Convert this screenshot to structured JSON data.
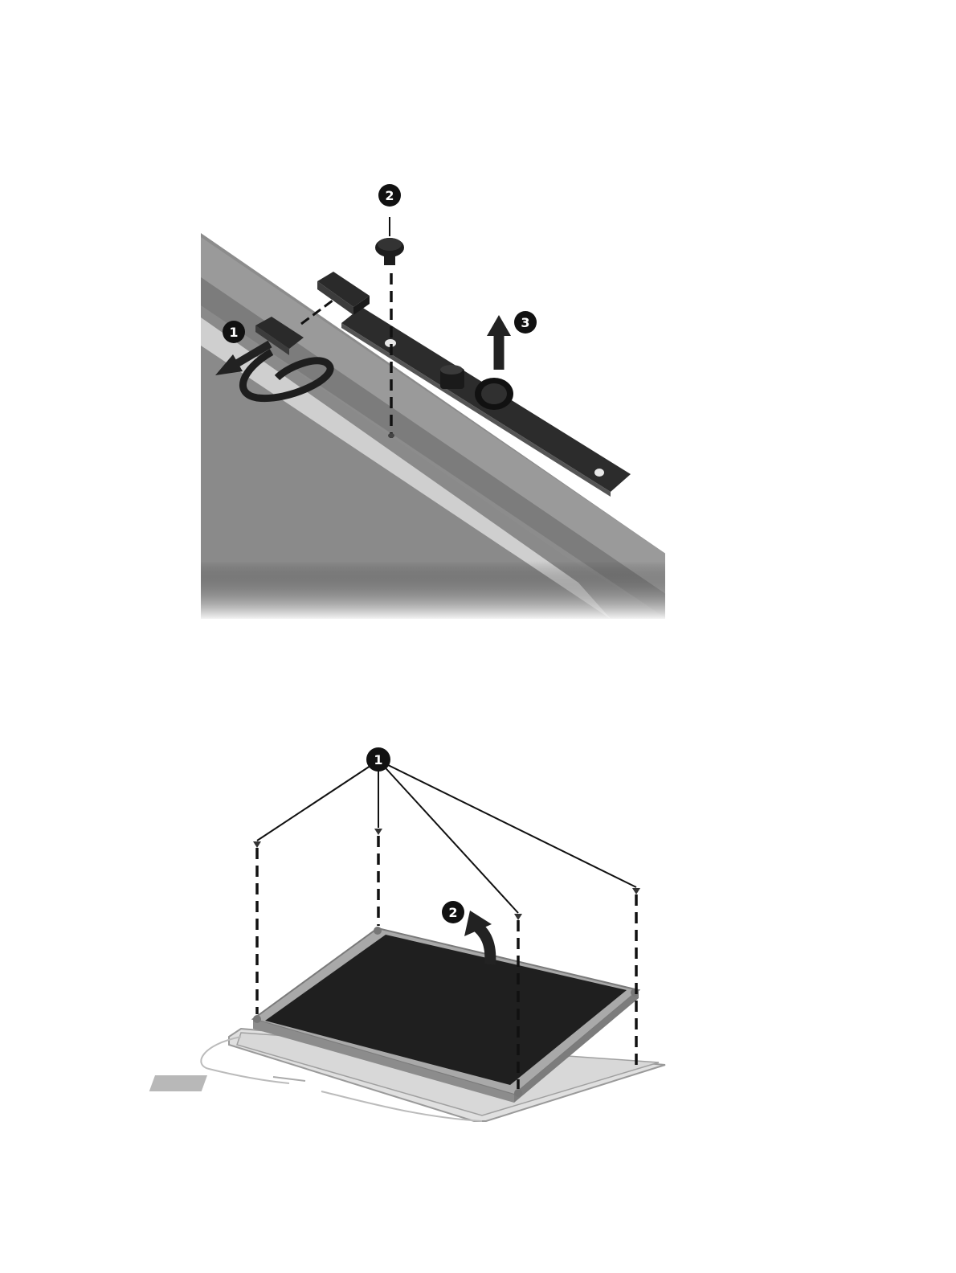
{
  "figures": [
    {
      "id": "webcam-removal",
      "callouts": [
        "1",
        "2",
        "3"
      ]
    },
    {
      "id": "display-panel-removal",
      "callouts": [
        "1",
        "2"
      ]
    }
  ],
  "colors": {
    "bezel": "#8a8a8a",
    "bezel_dark": "#6e6e6e",
    "panel_strip": "#d2d2d2",
    "module": "#2e2e2e",
    "callout": "#111111",
    "screen": "#222222"
  }
}
